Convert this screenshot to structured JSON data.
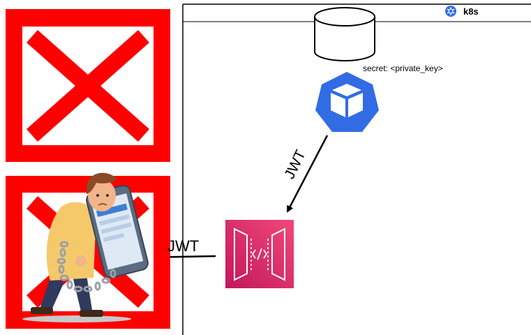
{
  "cluster": {
    "label": "k8s"
  },
  "secret": {
    "text": "secret: <private_key>"
  },
  "flows": {
    "jwt_issued": "JWT",
    "jwt_forwarded": "JWT"
  },
  "icons": {
    "database": "database-icon",
    "kubernetes": "kubernetes-icon",
    "api_gateway": "api-gateway-icon",
    "rejected_top": "red-x-icon",
    "rejected_bottom": "red-x-icon",
    "person": "person-chained-to-phone-icon"
  },
  "colors": {
    "reject_red": "#ff0000",
    "k8s_blue": "#326ce5",
    "gateway_pink": "#e9356a",
    "frame": "#000000"
  }
}
